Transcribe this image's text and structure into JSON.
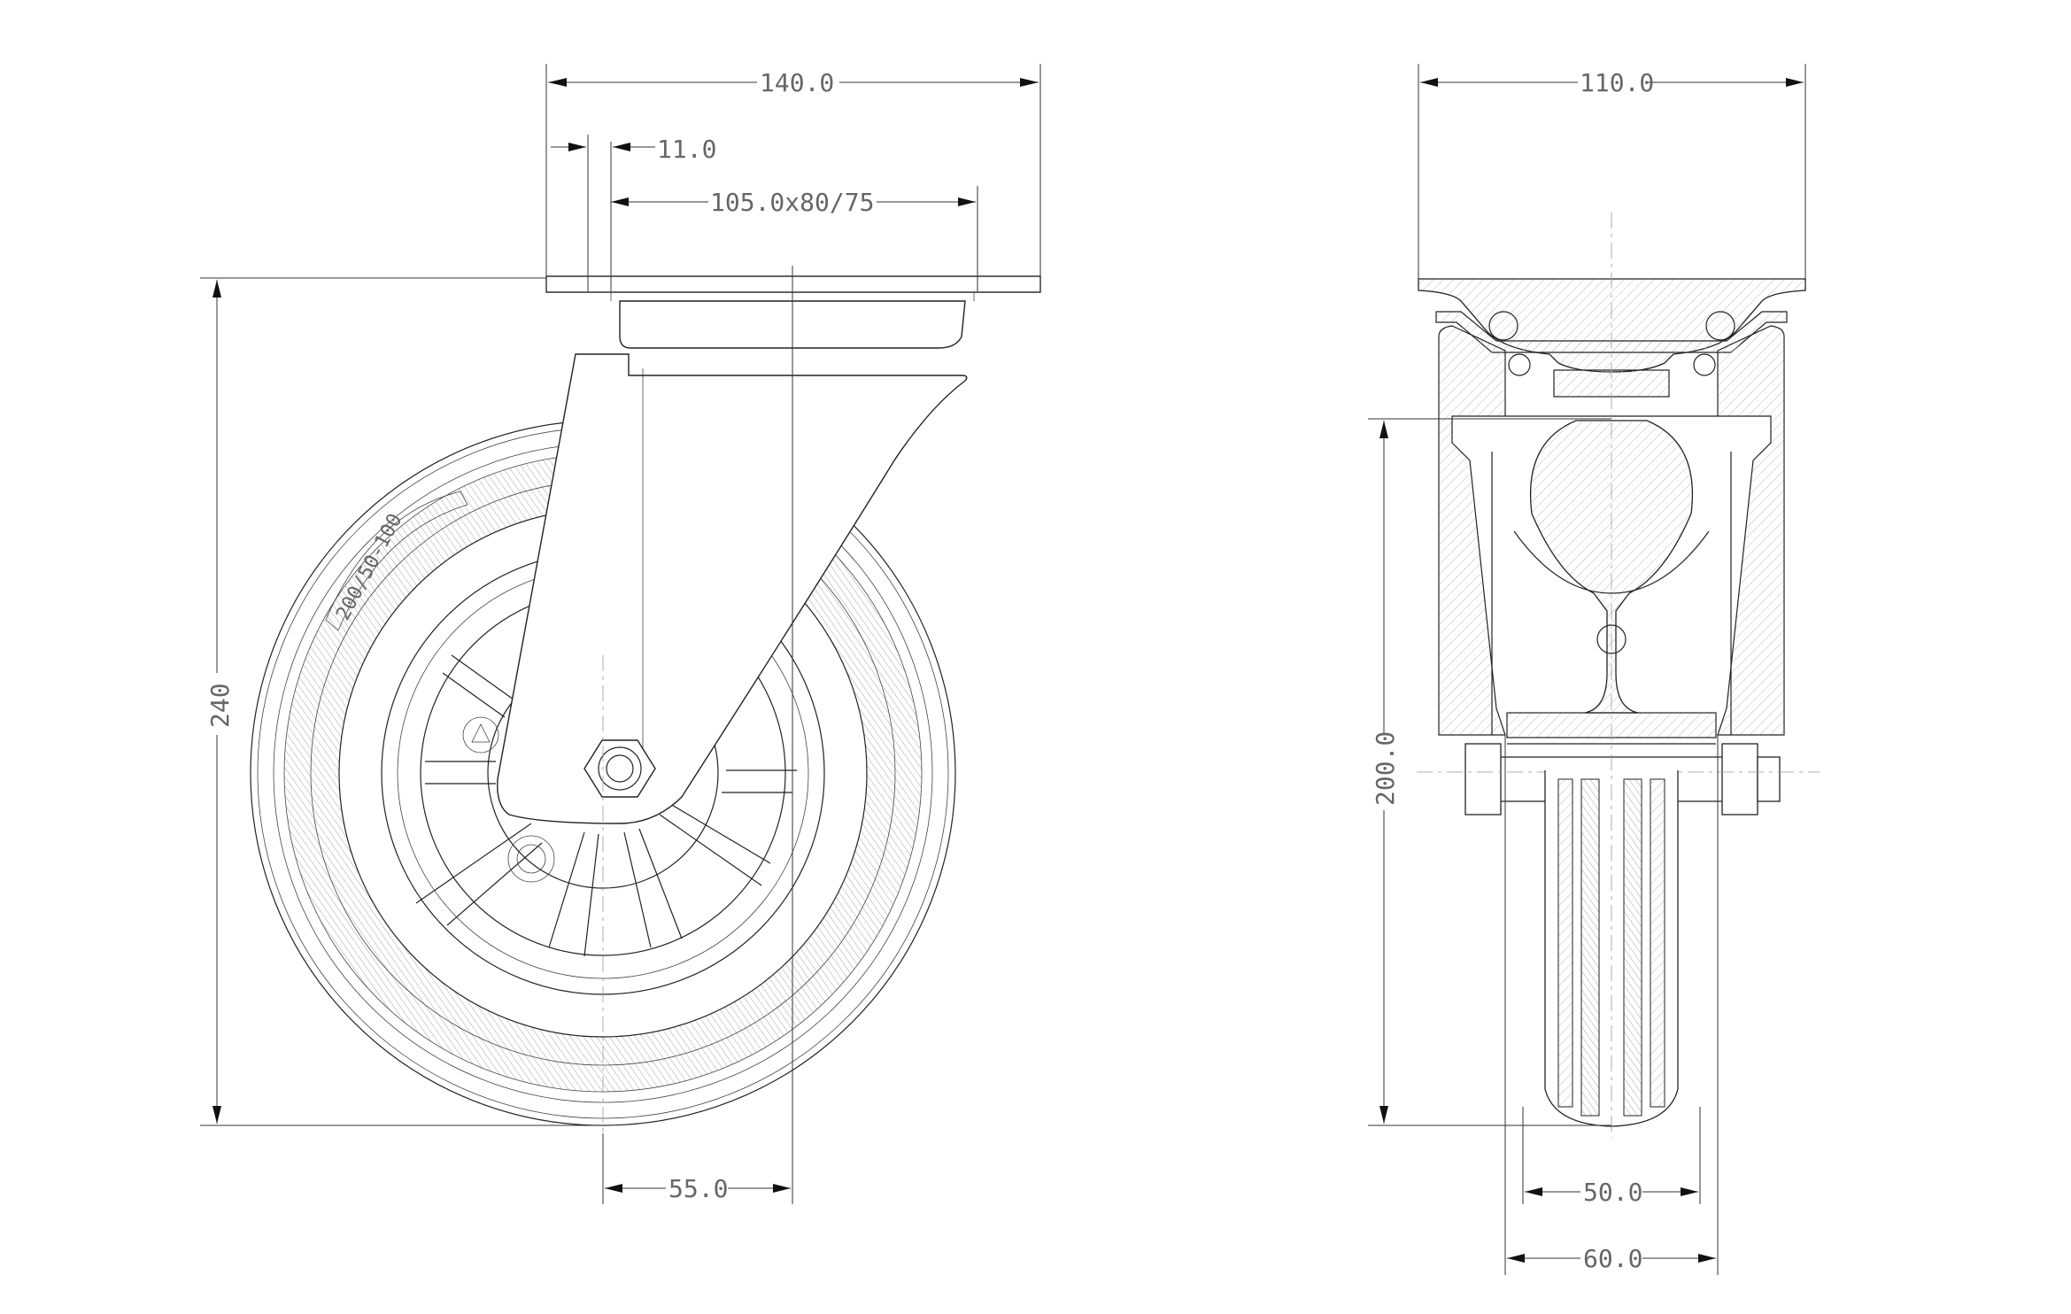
{
  "dimensions": {
    "plate_width": "140.0",
    "hole_offset": "11.0",
    "hole_pattern": "105.0x80/75",
    "total_height": "240",
    "swivel_offset": "55.0",
    "side_plate_width": "110.0",
    "wheel_diameter": "200.0",
    "tread_width": "50.0",
    "hub_length": "60.0"
  },
  "labels": {
    "tire_marking": "200/50-100"
  },
  "colors": {
    "line": "#222222",
    "dimension_text": "#666666",
    "background": "#ffffff"
  }
}
